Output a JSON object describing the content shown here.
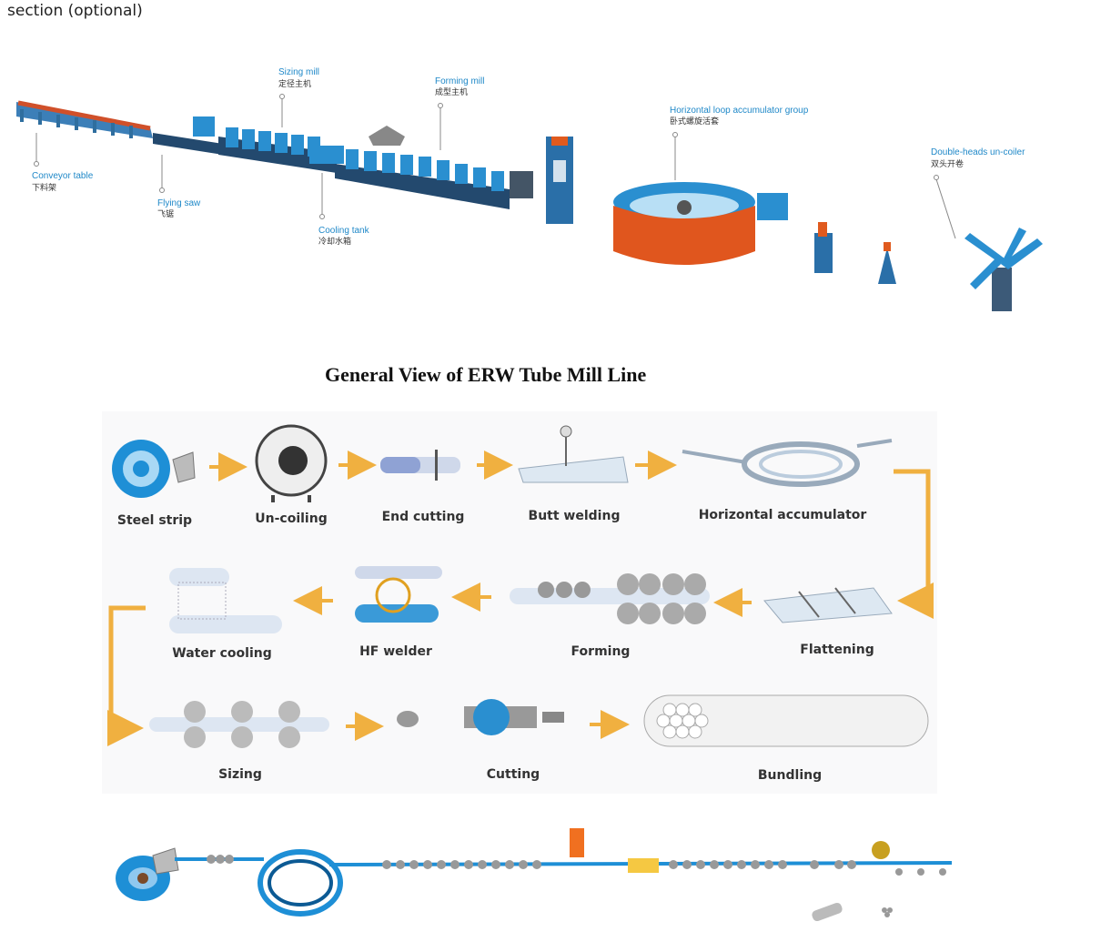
{
  "section_label": "section (optional)",
  "top_callouts": [
    {
      "en": "Sizing mill",
      "cn": "定径主机"
    },
    {
      "en": "Forming mill",
      "cn": "成型主机"
    },
    {
      "en": "Horizontal loop accumulator group",
      "cn": "卧式螺旋活套"
    },
    {
      "en": "Double-heads un-coiler",
      "cn": "双头开卷"
    },
    {
      "en": "Conveyor table",
      "cn": "下料架"
    },
    {
      "en": "Flying saw",
      "cn": "飞锯"
    },
    {
      "en": "Cooling tank",
      "cn": "冷却水箱"
    }
  ],
  "flow_title": "General View of ERW Tube Mill Line",
  "flow_steps": [
    "Steel strip",
    "Un-coiling",
    "End cutting",
    "Butt welding",
    "Horizontal accumulator",
    "Water cooling",
    "HF welder",
    "Forming",
    "Flattening",
    "Sizing",
    "Cutting",
    "Bundling"
  ],
  "colors": {
    "callout": "#1f88c8",
    "machine": "#2a8fd0",
    "arrow": "#f0b040",
    "accent": "#e05a1e"
  }
}
